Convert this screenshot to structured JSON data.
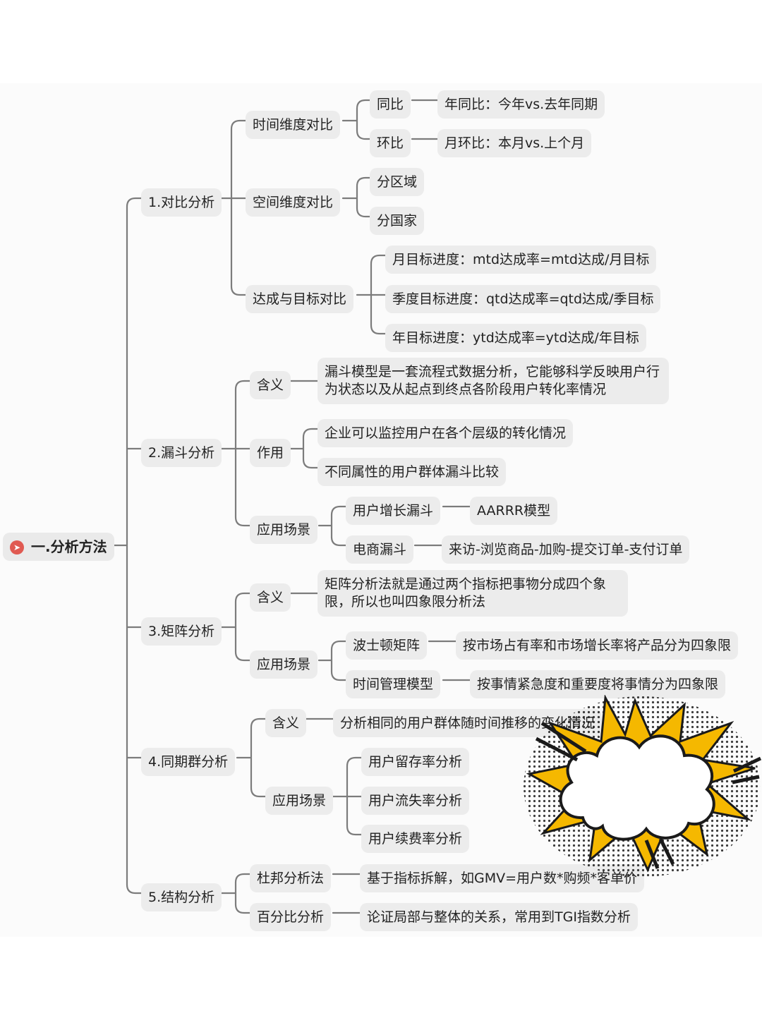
{
  "root": {
    "label": "一.分析方法",
    "icon": "pin-icon"
  },
  "sections": {
    "s1": {
      "label": "1.对比分析",
      "time": {
        "label": "时间维度对比",
        "yoy": {
          "label": "同比",
          "detail": "年同比：今年vs.去年同期"
        },
        "mom": {
          "label": "环比",
          "detail": "月环比：本月vs.上个月"
        }
      },
      "space": {
        "label": "空间维度对比",
        "items": [
          "分区域",
          "分国家"
        ]
      },
      "target": {
        "label": "达成与目标对比",
        "items": [
          "月目标进度：mtd达成率=mtd达成/月目标",
          "季度目标进度：qtd达成率=qtd达成/季目标",
          "年目标进度：ytd达成率=ytd达成/年目标"
        ]
      }
    },
    "s2": {
      "label": "2.漏斗分析",
      "meaning": {
        "label": "含义",
        "text": "漏斗模型是一套流程式数据分析，它能够科学反映用户行为状态以及从起点到终点各阶段用户转化率情况"
      },
      "role": {
        "label": "作用",
        "items": [
          "企业可以监控用户在各个层级的转化情况",
          "不同属性的用户群体漏斗比较"
        ]
      },
      "scene": {
        "label": "应用场景",
        "growth": {
          "label": "用户增长漏斗",
          "detail": "AARRR模型"
        },
        "ecom": {
          "label": "电商漏斗",
          "detail": "来访-浏览商品-加购-提交订单-支付订单"
        }
      }
    },
    "s3": {
      "label": "3.矩阵分析",
      "meaning": {
        "label": "含义",
        "text": "矩阵分析法就是通过两个指标把事物分成四个象限，所以也叫四象限分析法"
      },
      "scene": {
        "label": "应用场景",
        "bcg": {
          "label": "波士顿矩阵",
          "detail": "按市场占有率和市场增长率将产品分为四象限"
        },
        "time": {
          "label": "时间管理模型",
          "detail": "按事情紧急度和重要度将事情分为四象限"
        }
      }
    },
    "s4": {
      "label": "4.同期群分析",
      "meaning": {
        "label": "含义",
        "text": "分析相同的用户群体随时间推移的变化情况"
      },
      "scene": {
        "label": "应用场景",
        "items": [
          "用户留存率分析",
          "用户流失率分析",
          "用户续费率分析"
        ]
      }
    },
    "s5": {
      "label": "5.结构分析",
      "dupont": {
        "label": "杜邦分析法",
        "detail": "基于指标拆解，如GMV=用户数*购频*客单价"
      },
      "percent": {
        "label": "百分比分析",
        "detail": "论证局部与整体的关系，常用到TGI指数分析"
      }
    }
  },
  "decoration": {
    "icon": "comic-burst-cloud-icon",
    "accent": "#f5b800"
  }
}
